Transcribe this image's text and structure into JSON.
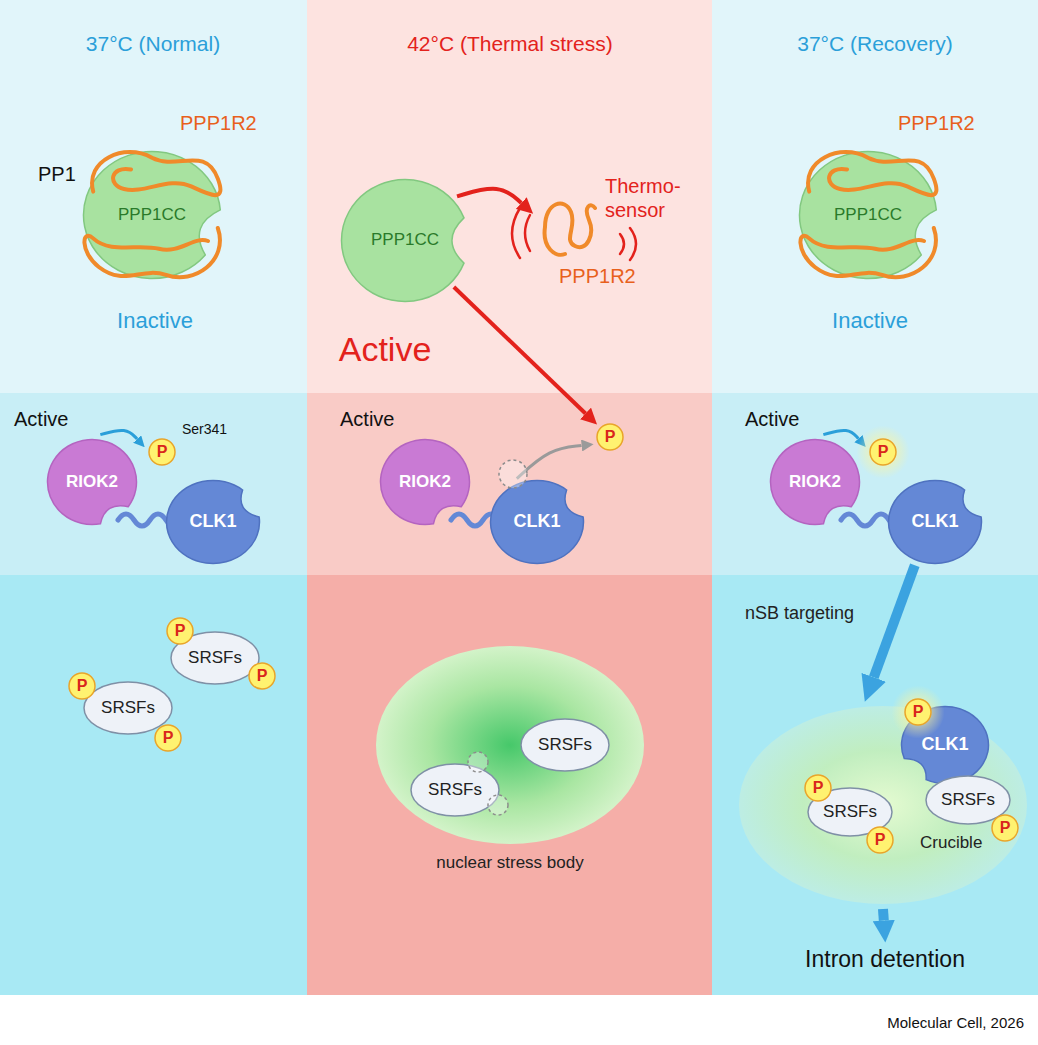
{
  "diagram": {
    "nodes": [
      {
        "text": [
          "PPP1CC"
        ]
      },
      {
        "text": [
          "PPP1CC"
        ]
      },
      {
        "text": [
          "Thermo- sensor",
          "PPP1R2"
        ]
      },
      {
        "text": [
          "PPP1CC"
        ]
      },
      {
        "text": [
          "RIOK2"
        ]
      },
      {
        "text": [
          "P"
        ]
      },
      {
        "text": [
          "CLK1"
        ]
      },
      {
        "text": [
          "RIOK2"
        ]
      },
      {
        "text": [
          "CLK1"
        ]
      },
      {
        "text": [
          "P"
        ]
      },
      {
        "text": [
          "RIOK2"
        ]
      },
      {
        "text": [
          "P"
        ]
      },
      {
        "text": [
          "CLK1"
        ]
      },
      {
        "text": [
          "SRSFs"
        ]
      },
      {
        "text": [
          "P"
        ]
      },
      {
        "text": [
          "P"
        ]
      },
      {
        "text": [
          "SRSFs"
        ]
      },
      {
        "text": [
          "P"
        ]
      },
      {
        "text": [
          "P"
        ]
      },
      {
        "text": [
          "nuclear stress body"
        ]
      },
      {
        "text": [
          "SRSFs"
        ],
        "in": 19
      },
      {
        "text": [
          "SRSFs"
        ],
        "in": 19
      },
      {
        "text": [
          "Crucible"
        ]
      },
      {
        "text": [
          "CLK1"
        ],
        "in": 22
      },
      {
        "text": [
          "P"
        ],
        "in": 22
      },
      {
        "text": [
          "SRSFs"
        ],
        "in": 22
      },
      {
        "text": [
          "P"
        ],
        "in": 22
      },
      {
        "text": [
          "SRSFs"
        ],
        "in": 22
      },
      {
        "text": [
          "P"
        ],
        "in": 22
      },
      {
        "text": [
          "P"
        ],
        "in": 22
      },
      {
        "text": [
          "Intron detention"
        ]
      }
    ],
    "edges": [
      {
        "from": 1,
        "to": 2,
        "arrow": "to"
      },
      {
        "from": 4,
        "to": 5,
        "arrow": "to"
      },
      {
        "from": 1,
        "to": 9,
        "arrow": "to"
      },
      {
        "from": 8,
        "to": 9,
        "arrow": "to"
      },
      {
        "from": 10,
        "to": 11,
        "arrow": "to"
      },
      {
        "from": 12,
        "to": 22,
        "label": "nSB targeting",
        "arrow": "to"
      },
      {
        "from": 22,
        "to": 30,
        "arrow": "to"
      }
    ],
    "labels": [
      "37°C (Normal)",
      "42°C (Thermal stress)",
      "37°C (Recovery)",
      "PP1",
      "PPP1R2",
      "Inactive",
      "Active",
      "PPP1R2",
      "Inactive",
      "Active",
      "Ser341",
      "Active",
      "Active",
      "Molecular Cell, 2026"
    ]
  }
}
